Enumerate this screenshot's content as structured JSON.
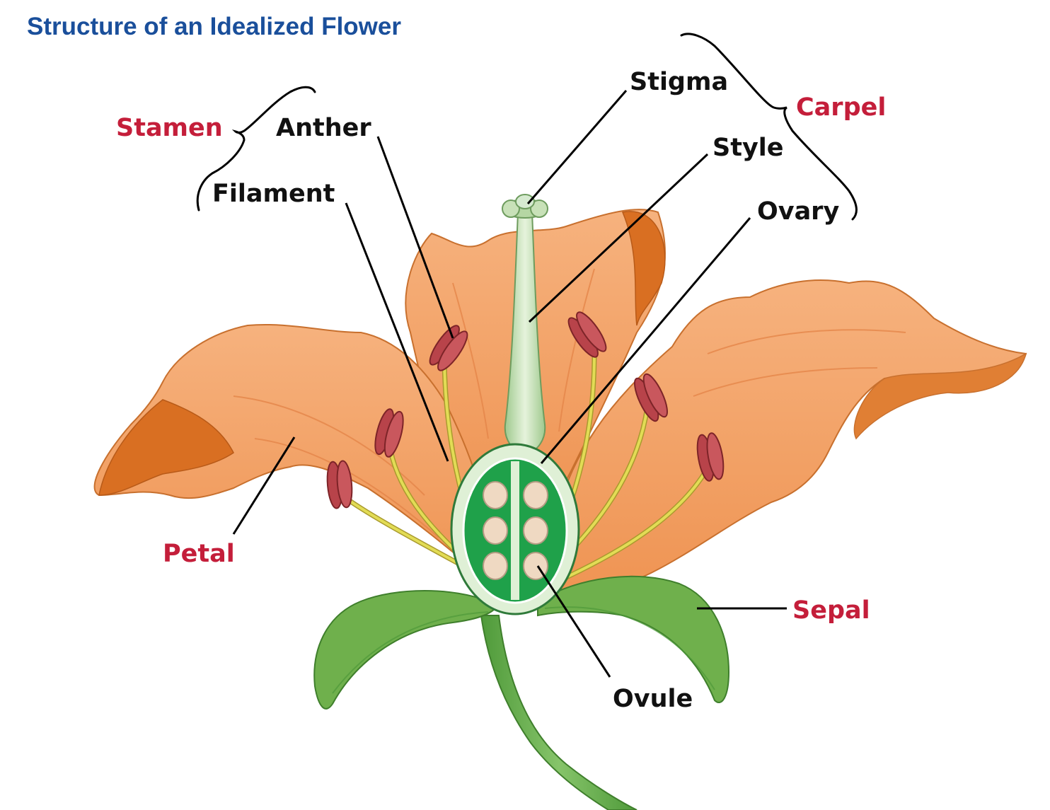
{
  "title": "Structure of an Idealized Flower",
  "labels": {
    "stamen": "Stamen",
    "anther": "Anther",
    "filament": "Filament",
    "stigma": "Stigma",
    "style": "Style",
    "ovary": "Ovary",
    "carpel": "Carpel",
    "petal": "Petal",
    "sepal": "Sepal",
    "ovule": "Ovule"
  },
  "colors": {
    "title": "#1a4f9b",
    "group_label": "#c41e3a",
    "part_label": "#111111",
    "petal": "#f3a068",
    "petal_shadow": "#d96f22",
    "sepal": "#6fb04c",
    "stem": "#5aa243",
    "ovary_inner": "#1fa14a",
    "ovule": "#efd9c2",
    "anther": "#b8434a",
    "filament": "#e2dc55"
  }
}
